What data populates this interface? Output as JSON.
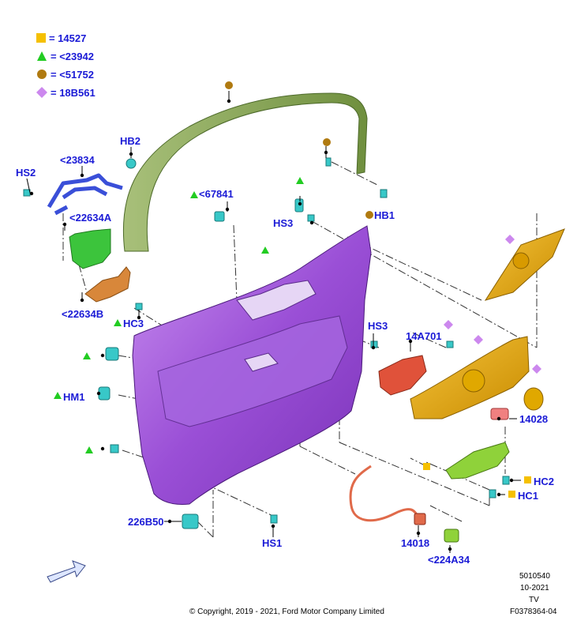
{
  "legend": [
    {
      "symbol": "square",
      "color": "#f5c000",
      "text": "= 14527"
    },
    {
      "symbol": "triangle",
      "color": "#22cc22",
      "text": "= <23942"
    },
    {
      "symbol": "circle",
      "color": "#b07a10",
      "text": "= <51752"
    },
    {
      "symbol": "diamond",
      "color": "#cc88ee",
      "text": "= 18B561"
    }
  ],
  "labels": {
    "hb2": "HB2",
    "l23834": "<23834",
    "hs2": "HS2",
    "l22634a": "<22634A",
    "l22634b": "<22634B",
    "hc3": "HC3",
    "l67841": "<67841",
    "hs3_top": "HS3",
    "hb1": "HB1",
    "hs3_mid": "HS3",
    "l14a701": "14A701",
    "hm1": "HM1",
    "l14028": "14028",
    "hc2": "HC2",
    "hc1": "HC1",
    "l226b50": "226B50",
    "hs1": "HS1",
    "l14018": "14018",
    "l224a34": "<224A34"
  },
  "footer": {
    "doc_no": "5010540",
    "date": "10-2021",
    "tv": "TV",
    "figure_id": "F0378364-04",
    "copyright": "© Copyright, 2019 - 2021, Ford Motor Company Limited"
  }
}
